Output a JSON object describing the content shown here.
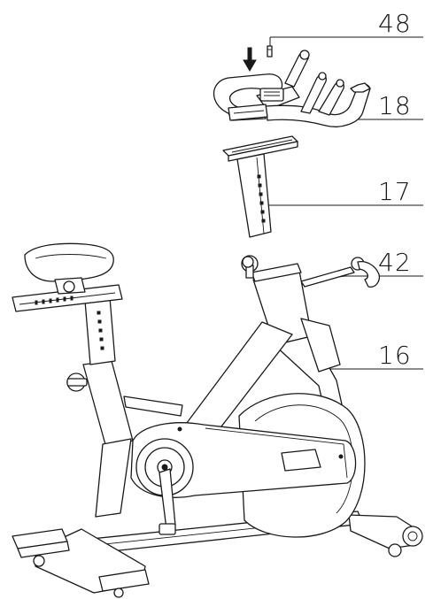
{
  "callouts": [
    {
      "id": "48",
      "label": "48"
    },
    {
      "id": "18",
      "label": "18"
    },
    {
      "id": "17",
      "label": "17"
    },
    {
      "id": "42",
      "label": "42"
    },
    {
      "id": "16",
      "label": "16"
    }
  ],
  "colors": {
    "line": "#1a1a1a",
    "background": "#ffffff"
  }
}
